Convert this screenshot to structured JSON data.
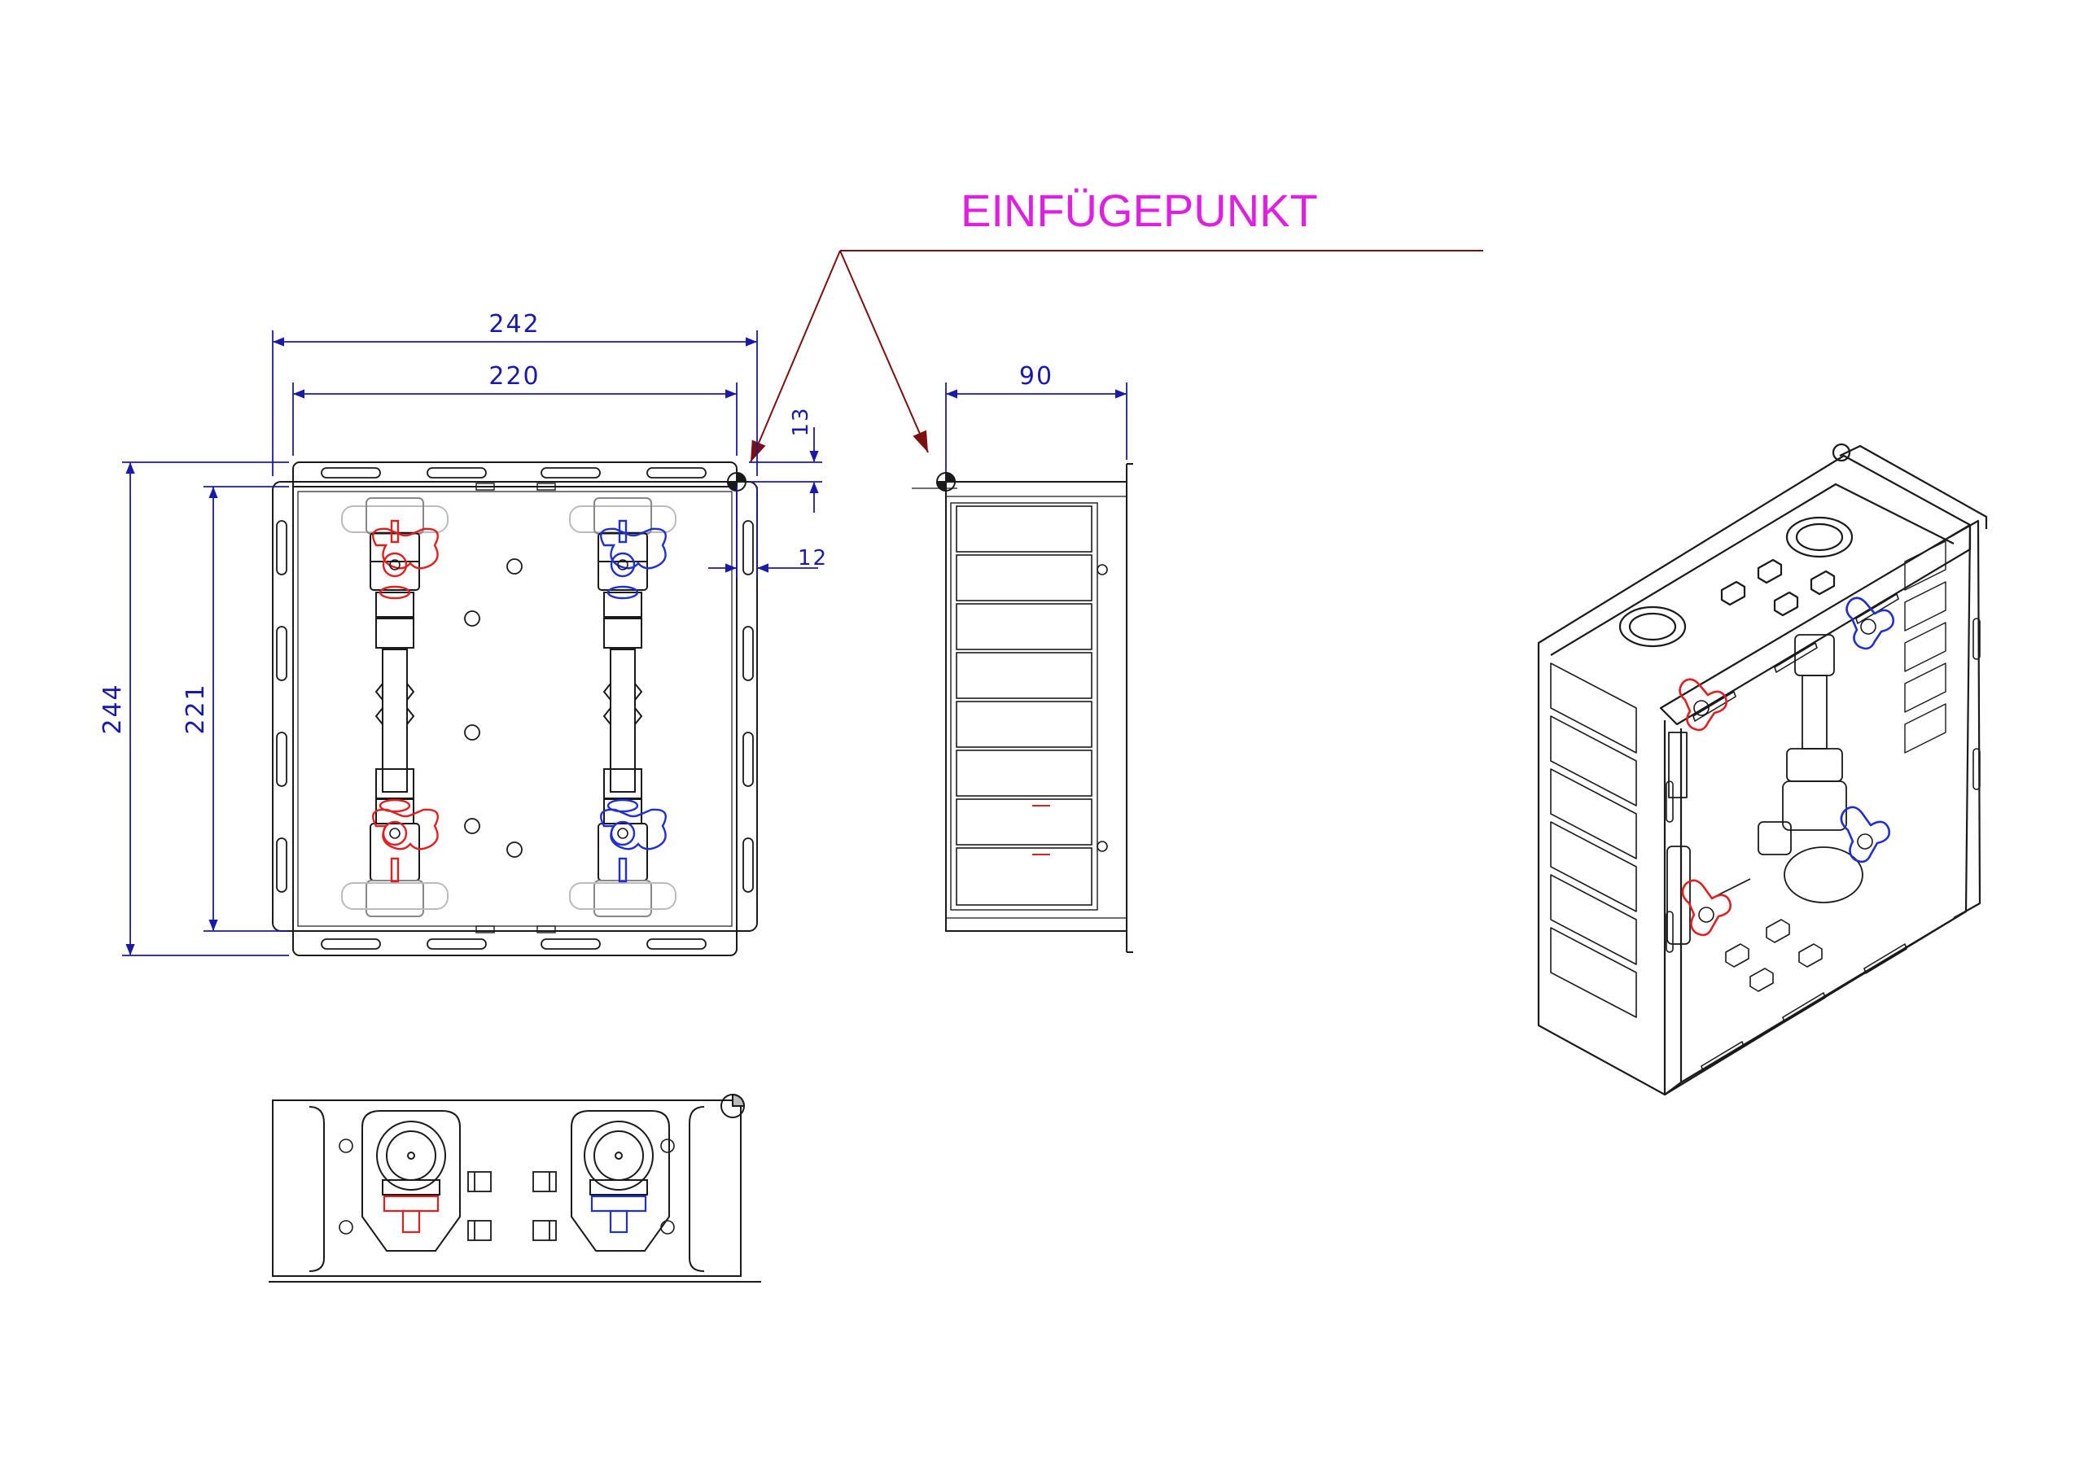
{
  "annotation": {
    "label": "EINFÜGEPUNKT"
  },
  "dimensions": {
    "front_outer_width": "242",
    "front_inner_width": "220",
    "side_depth": "90",
    "front_outer_height": "244",
    "front_inner_height": "221",
    "flange_top": "13",
    "flange_side": "12"
  },
  "colors": {
    "dimension": "#1a1aa8",
    "callout_text": "#e020e0",
    "leader": "#7a1010",
    "hot_valve": "#e02020",
    "cold_valve": "#2030d0",
    "outline": "#1a1a1a"
  },
  "icons": {
    "hot_valve": "red-valve-handle-icon",
    "cold_valve": "blue-valve-handle-icon",
    "insertion_point": "insertion-point-marker-icon"
  }
}
